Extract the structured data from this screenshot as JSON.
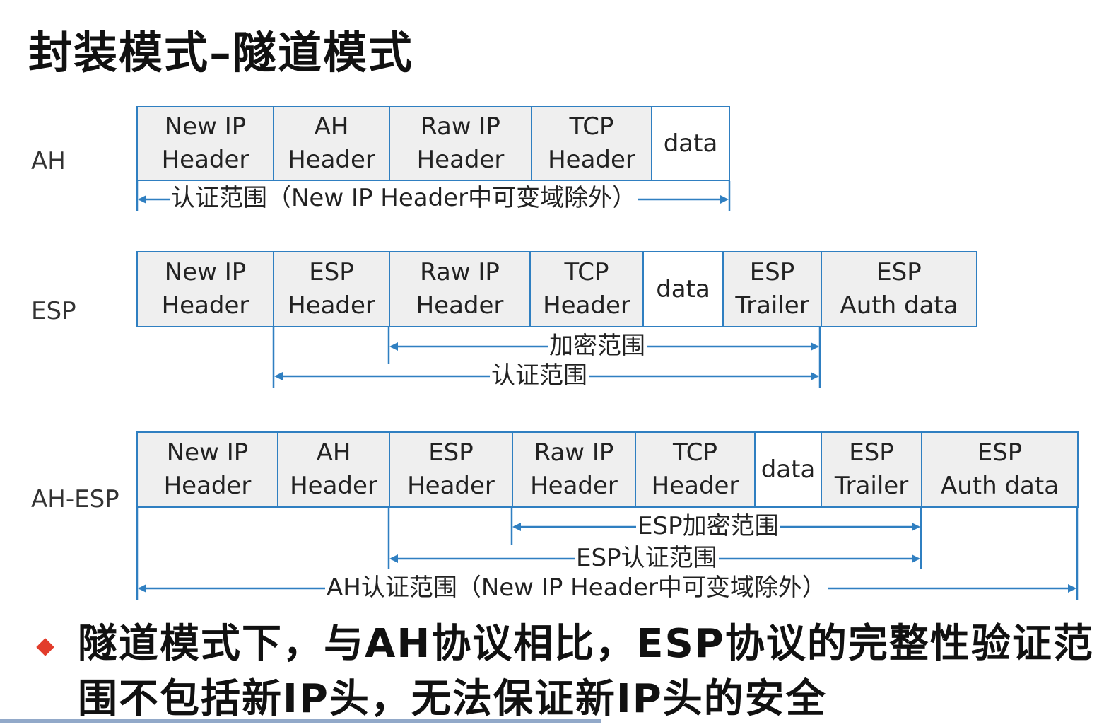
{
  "title": "封装模式–隧道模式",
  "rows": {
    "ah": {
      "label": "AH",
      "cells": [
        "New IP\nHeader",
        "AH\nHeader",
        "Raw IP\nHeader",
        "TCP\nHeader",
        "data"
      ],
      "scopes": [
        "认证范围（New IP Header中可变域除外）"
      ]
    },
    "esp": {
      "label": "ESP",
      "cells": [
        "New IP\nHeader",
        "ESP\nHeader",
        "Raw IP\nHeader",
        "TCP\nHeader",
        "data",
        "ESP\nTrailer",
        "ESP\nAuth data"
      ],
      "scopes": [
        "加密范围",
        "认证范围"
      ]
    },
    "ahesp": {
      "label": "AH-ESP",
      "cells": [
        "New IP\nHeader",
        "AH\nHeader",
        "ESP\nHeader",
        "Raw IP\nHeader",
        "TCP\nHeader",
        "data",
        "ESP\nTrailer",
        "ESP\nAuth data"
      ],
      "scopes": [
        "ESP加密范围",
        "ESP认证范围",
        "AH认证范围（New IP Header中可变域除外）"
      ]
    }
  },
  "bullet": "隧道模式下，与AH协议相比，ESP协议的完整性验证范围不包括新IP头，无法保证新IP头的安全",
  "colors": {
    "line": "#2f7fc1",
    "cell_fill": "#efefef",
    "bullet": "#e23c2b"
  }
}
